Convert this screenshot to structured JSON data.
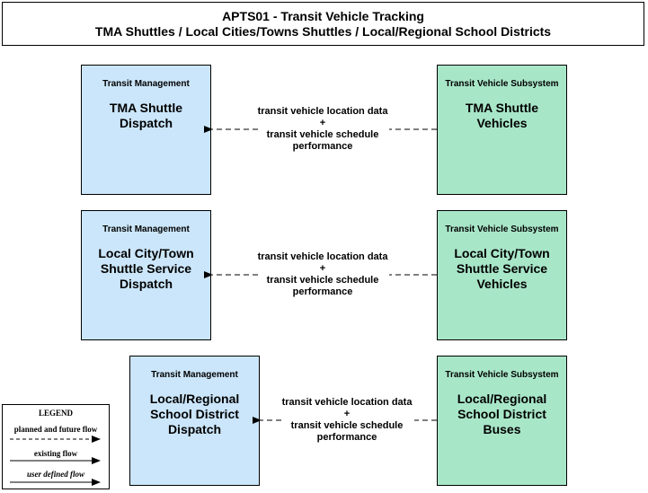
{
  "title": {
    "line1": "APTS01 - Transit Vehicle Tracking",
    "line2": "TMA Shuttles / Local Cities/Towns Shuttles / Local/Regional School Districts"
  },
  "rows": [
    {
      "left": {
        "category": "Transit Management",
        "name": "TMA Shuttle Dispatch"
      },
      "right": {
        "category": "Transit Vehicle Subsystem",
        "name": "TMA Shuttle Vehicles"
      },
      "flow": {
        "line1": "transit vehicle location data",
        "line2": "+",
        "line3": "transit vehicle schedule",
        "line4": "performance",
        "type": "planned"
      }
    },
    {
      "left": {
        "category": "Transit Management",
        "name": "Local City/Town Shuttle Service Dispatch"
      },
      "right": {
        "category": "Transit Vehicle Subsystem",
        "name": "Local City/Town Shuttle Service Vehicles"
      },
      "flow": {
        "line1": "transit vehicle location data",
        "line2": "+",
        "line3": "transit vehicle schedule",
        "line4": "performance",
        "type": "planned"
      }
    },
    {
      "left": {
        "category": "Transit Management",
        "name": "Local/Regional School District Dispatch"
      },
      "right": {
        "category": "Transit Vehicle Subsystem",
        "name": "Local/Regional School District Buses"
      },
      "flow": {
        "line1": "transit vehicle location data",
        "line2": "+",
        "line3": "transit vehicle schedule",
        "line4": "performance",
        "type": "planned"
      }
    }
  ],
  "legend": {
    "title": "LEGEND",
    "planned": "planned and future flow",
    "existing": "existing flow",
    "user": "user defined flow"
  },
  "colors": {
    "transit_management": "#cbe6fa",
    "transit_vehicle": "#a8e6c8"
  }
}
